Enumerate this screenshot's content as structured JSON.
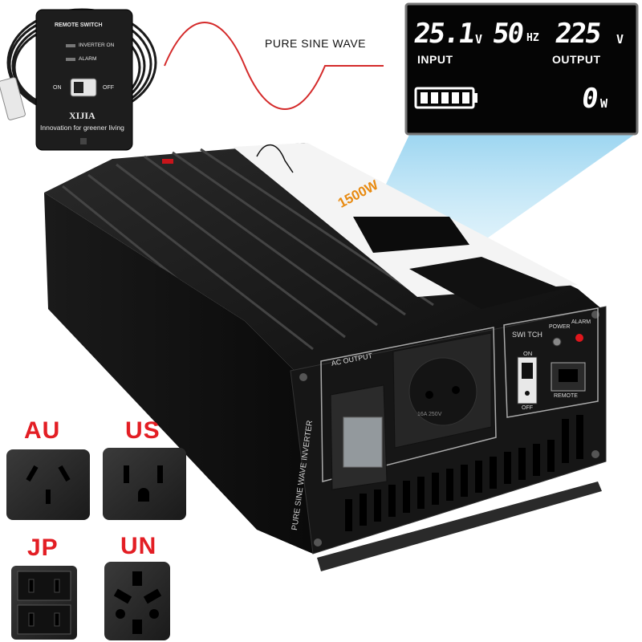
{
  "title": "PURE SINE WAVE",
  "lcd": {
    "input_value": "25.1",
    "input_unit": "V",
    "input_label": "INPUT",
    "frequency_value": "50",
    "frequency_unit": "HZ",
    "output_value": "225",
    "output_unit": "V",
    "output_label": "OUTPUT",
    "power_value": "0",
    "power_unit": "W",
    "battery_level": 1.0
  },
  "remote": {
    "title": "REMOTE SWITCH",
    "inverter_on": "INVERTER ON",
    "alarm": "ALARM",
    "on": "ON",
    "off": "OFF",
    "brand": "XIJIA",
    "slogan": "Innovation for greener living"
  },
  "inverter": {
    "rating": "1500W",
    "ac_output": "AC OUTPUT",
    "switch": "SWI TCH",
    "switch_on": "ON",
    "switch_off": "OFF",
    "power": "POWER",
    "alarm": "ALARM",
    "remote": "REMOTE",
    "side_text": "PURE SINE WAVE INVERTER",
    "socket_rating": "16A 250V"
  },
  "plugs": [
    {
      "label": "AU"
    },
    {
      "label": "US"
    },
    {
      "label": "JP"
    },
    {
      "label": "UN"
    }
  ],
  "colors": {
    "wave": "#d42a2a",
    "plug_label": "#e31e24",
    "body": "#141414",
    "lcd_bg": "#050505",
    "beam": "#8fd3f0"
  }
}
